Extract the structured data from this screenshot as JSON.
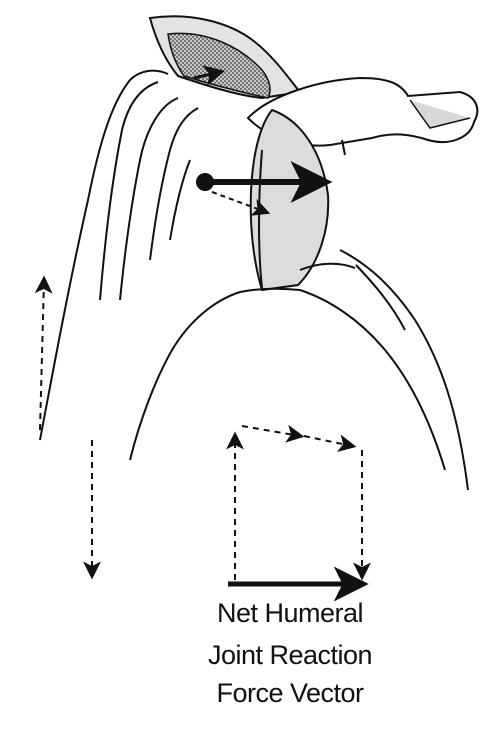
{
  "caption": {
    "line1": "Net Humeral",
    "line2": "Joint Reaction",
    "line3": "Force Vector"
  },
  "colors": {
    "background": "#ffffff",
    "outline": "#111111",
    "bone_fill": "#dcdcdc",
    "stipple_fill": "#7a7a7a"
  }
}
